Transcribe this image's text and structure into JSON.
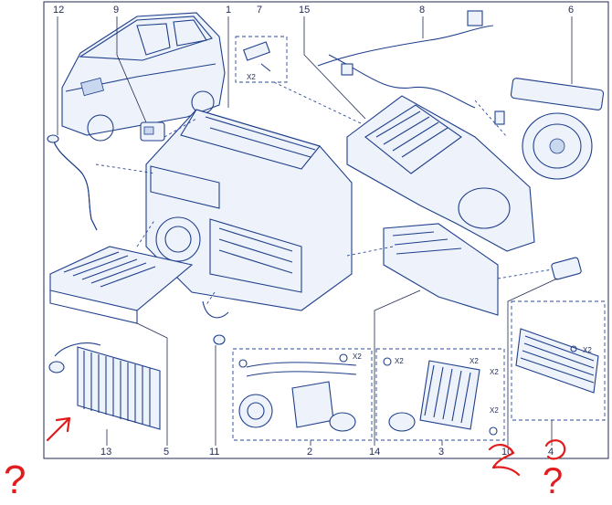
{
  "diagram": {
    "callouts": [
      "12",
      "9",
      "1",
      "7",
      "15",
      "8",
      "6",
      "13",
      "5",
      "11",
      "2",
      "14",
      "3",
      "10",
      "4"
    ],
    "multiplier_label": "X2",
    "colors": {
      "ink": "#1f3f8c",
      "frame": "#1f2a52",
      "annotation_red": "#e21c1c",
      "background": "#ffffff"
    }
  },
  "annotations": {
    "question_mark": "?"
  }
}
